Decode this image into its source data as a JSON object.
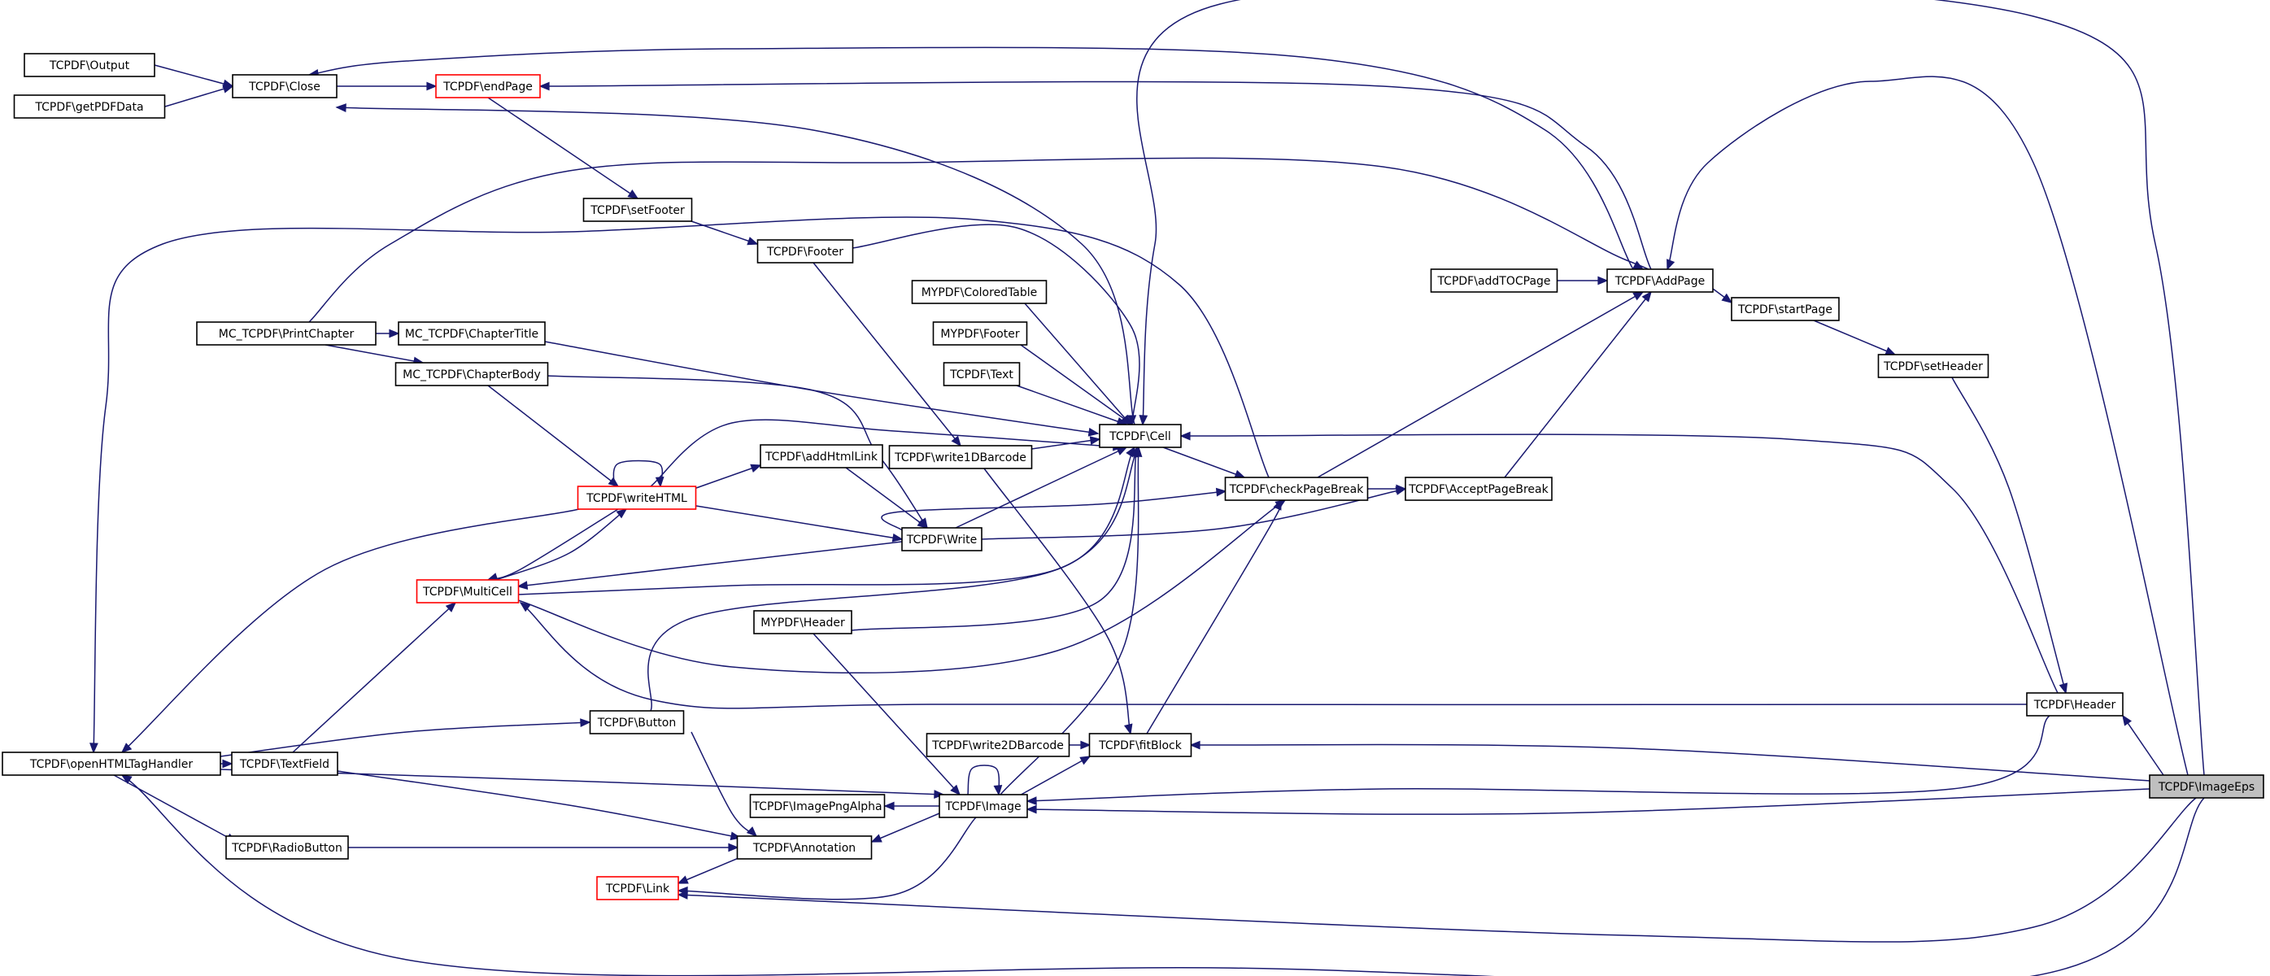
{
  "colors": {
    "edge": "#191970",
    "highlight_border": "#ff0000",
    "root_fill": "#bfbfbf"
  },
  "nodes": [
    {
      "id": "output",
      "label": "TCPDF\\Output"
    },
    {
      "id": "getpdfdata",
      "label": "TCPDF\\getPDFData"
    },
    {
      "id": "close",
      "label": "TCPDF\\Close"
    },
    {
      "id": "endpage",
      "label": "TCPDF\\endPage",
      "highlight": true
    },
    {
      "id": "setfooter",
      "label": "TCPDF\\setFooter"
    },
    {
      "id": "footer",
      "label": "TCPDF\\Footer"
    },
    {
      "id": "mypdf_coloredtable",
      "label": "MYPDF\\ColoredTable"
    },
    {
      "id": "mypdf_footer",
      "label": "MYPDF\\Footer"
    },
    {
      "id": "text",
      "label": "TCPDF\\Text"
    },
    {
      "id": "write1dbarcode",
      "label": "TCPDF\\write1DBarcode"
    },
    {
      "id": "cell",
      "label": "TCPDF\\Cell"
    },
    {
      "id": "addtocpage",
      "label": "TCPDF\\addTOCPage"
    },
    {
      "id": "addpage",
      "label": "TCPDF\\AddPage"
    },
    {
      "id": "startpage",
      "label": "TCPDF\\startPage"
    },
    {
      "id": "setheader",
      "label": "TCPDF\\setHeader"
    },
    {
      "id": "printchapter",
      "label": "MC_TCPDF\\PrintChapter"
    },
    {
      "id": "chaptertitle",
      "label": "MC_TCPDF\\ChapterTitle"
    },
    {
      "id": "chapterbody",
      "label": "MC_TCPDF\\ChapterBody"
    },
    {
      "id": "addhtmllink",
      "label": "TCPDF\\addHtmlLink"
    },
    {
      "id": "writehtml",
      "label": "TCPDF\\writeHTML",
      "highlight": true
    },
    {
      "id": "write",
      "label": "TCPDF\\Write"
    },
    {
      "id": "checkpagebreak",
      "label": "TCPDF\\checkPageBreak"
    },
    {
      "id": "acceptpagebreak",
      "label": "TCPDF\\AcceptPageBreak"
    },
    {
      "id": "multicell",
      "label": "TCPDF\\MultiCell",
      "highlight": true
    },
    {
      "id": "mypdf_header",
      "label": "MYPDF\\Header"
    },
    {
      "id": "header",
      "label": "TCPDF\\Header"
    },
    {
      "id": "button",
      "label": "TCPDF\\Button"
    },
    {
      "id": "write2dbarcode",
      "label": "TCPDF\\write2DBarcode"
    },
    {
      "id": "fitblock",
      "label": "TCPDF\\fitBlock"
    },
    {
      "id": "openhtmltaghandler",
      "label": "TCPDF\\openHTMLTagHandler"
    },
    {
      "id": "textfield",
      "label": "TCPDF\\TextField"
    },
    {
      "id": "imagepngalpha",
      "label": "TCPDF\\ImagePngAlpha"
    },
    {
      "id": "image",
      "label": "TCPDF\\Image"
    },
    {
      "id": "imageeps",
      "label": "TCPDF\\ImageEps",
      "root": true
    },
    {
      "id": "radiobutton",
      "label": "TCPDF\\RadioButton"
    },
    {
      "id": "annotation",
      "label": "TCPDF\\Annotation"
    },
    {
      "id": "link",
      "label": "TCPDF\\Link",
      "highlight": true
    }
  ],
  "edges": [
    {
      "from": "output",
      "to": "close"
    },
    {
      "from": "getpdfdata",
      "to": "close"
    },
    {
      "from": "close",
      "to": "endpage"
    },
    {
      "from": "endpage",
      "to": "setfooter"
    },
    {
      "from": "setfooter",
      "to": "footer"
    },
    {
      "from": "footer",
      "to": "cell"
    },
    {
      "from": "footer",
      "to": "write1dbarcode"
    },
    {
      "from": "mypdf_coloredtable",
      "to": "cell"
    },
    {
      "from": "mypdf_footer",
      "to": "cell"
    },
    {
      "from": "text",
      "to": "cell"
    },
    {
      "from": "write1dbarcode",
      "to": "cell"
    },
    {
      "from": "write1dbarcode",
      "to": "fitblock"
    },
    {
      "from": "cell",
      "to": "checkpagebreak"
    },
    {
      "from": "cell",
      "to": "close"
    },
    {
      "from": "addpage",
      "to": "close"
    },
    {
      "from": "addpage",
      "to": "endpage"
    },
    {
      "from": "addtocpage",
      "to": "addpage"
    },
    {
      "from": "addpage",
      "to": "startpage"
    },
    {
      "from": "startpage",
      "to": "setheader"
    },
    {
      "from": "setheader",
      "to": "header"
    },
    {
      "from": "printchapter",
      "to": "chaptertitle"
    },
    {
      "from": "printchapter",
      "to": "chapterbody"
    },
    {
      "from": "printchapter",
      "to": "addpage"
    },
    {
      "from": "chaptertitle",
      "to": "cell"
    },
    {
      "from": "chapterbody",
      "to": "write"
    },
    {
      "from": "chapterbody",
      "to": "writehtml"
    },
    {
      "from": "writehtml",
      "to": "writehtml"
    },
    {
      "from": "writehtml",
      "to": "addhtmllink"
    },
    {
      "from": "writehtml",
      "to": "write"
    },
    {
      "from": "writehtml",
      "to": "multicell"
    },
    {
      "from": "writehtml",
      "to": "openhtmltaghandler"
    },
    {
      "from": "writehtml",
      "to": "cell"
    },
    {
      "from": "addhtmllink",
      "to": "write"
    },
    {
      "from": "write",
      "to": "cell"
    },
    {
      "from": "write",
      "to": "checkpagebreak"
    },
    {
      "from": "write",
      "to": "acceptpagebreak"
    },
    {
      "from": "write",
      "to": "multicell"
    },
    {
      "from": "multicell",
      "to": "writehtml"
    },
    {
      "from": "multicell",
      "to": "cell"
    },
    {
      "from": "multicell",
      "to": "checkpagebreak"
    },
    {
      "from": "checkpagebreak",
      "to": "addpage"
    },
    {
      "from": "checkpagebreak",
      "to": "acceptpagebreak"
    },
    {
      "from": "checkpagebreak",
      "to": "openhtmltaghandler"
    },
    {
      "from": "acceptpagebreak",
      "to": "addpage"
    },
    {
      "from": "mypdf_header",
      "to": "cell"
    },
    {
      "from": "mypdf_header",
      "to": "image"
    },
    {
      "from": "header",
      "to": "cell"
    },
    {
      "from": "header",
      "to": "multicell"
    },
    {
      "from": "header",
      "to": "image"
    },
    {
      "from": "button",
      "to": "cell"
    },
    {
      "from": "button",
      "to": "annotation"
    },
    {
      "from": "write2dbarcode",
      "to": "fitblock"
    },
    {
      "from": "fitblock",
      "to": "checkpagebreak"
    },
    {
      "from": "openhtmltaghandler",
      "to": "button"
    },
    {
      "from": "openhtmltaghandler",
      "to": "textfield"
    },
    {
      "from": "openhtmltaghandler",
      "to": "radiobutton"
    },
    {
      "from": "openhtmltaghandler",
      "to": "image"
    },
    {
      "from": "textfield",
      "to": "multicell"
    },
    {
      "from": "textfield",
      "to": "annotation"
    },
    {
      "from": "image",
      "to": "image"
    },
    {
      "from": "image",
      "to": "imagepngalpha"
    },
    {
      "from": "image",
      "to": "fitblock"
    },
    {
      "from": "image",
      "to": "cell"
    },
    {
      "from": "image",
      "to": "annotation"
    },
    {
      "from": "image",
      "to": "link"
    },
    {
      "from": "radiobutton",
      "to": "annotation"
    },
    {
      "from": "annotation",
      "to": "link"
    },
    {
      "from": "imageeps",
      "to": "cell"
    },
    {
      "from": "imageeps",
      "to": "addpage"
    },
    {
      "from": "imageeps",
      "to": "header"
    },
    {
      "from": "imageeps",
      "to": "fitblock"
    },
    {
      "from": "imageeps",
      "to": "image"
    },
    {
      "from": "imageeps",
      "to": "link"
    },
    {
      "from": "imageeps",
      "to": "openhtmltaghandler"
    }
  ]
}
